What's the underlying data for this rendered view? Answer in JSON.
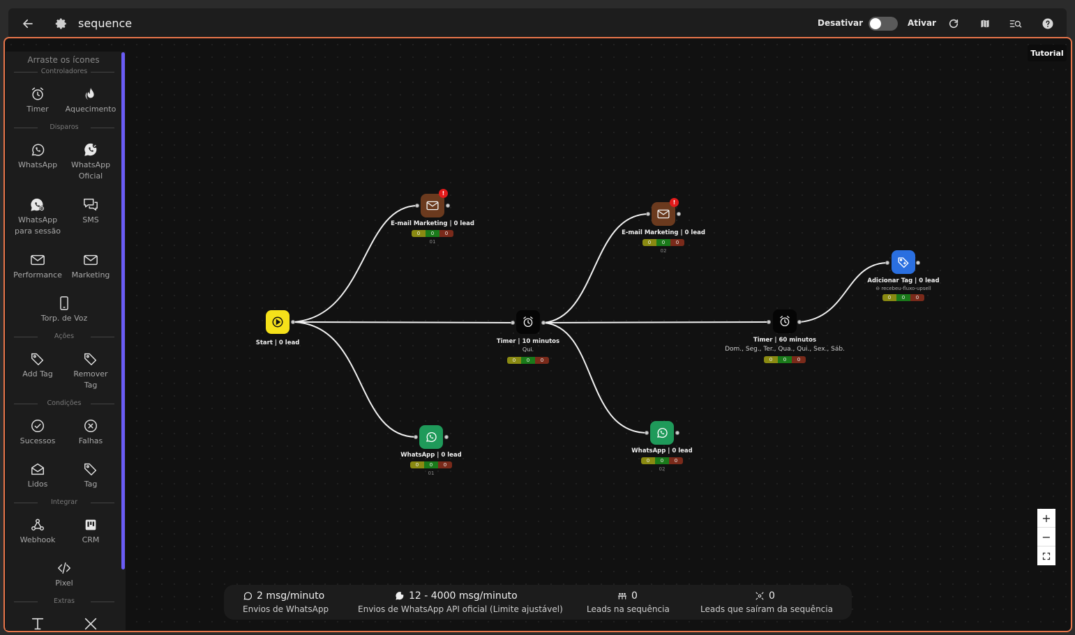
{
  "header": {
    "title": "sequence",
    "deactivate_label": "Desativar",
    "activate_label": "Ativar",
    "tooltip": "Tutorial"
  },
  "sidebar": {
    "heading": "Arraste os ícones",
    "sections": {
      "controllers": "Controladores",
      "dispatches": "Disparos",
      "actions": "Ações",
      "conditions": "Condições",
      "integrate": "Integrar",
      "extras": "Extras"
    },
    "tools": {
      "timer": "Timer",
      "warmup": "Aquecimento",
      "whatsapp": "WhatsApp",
      "whatsapp_official_1": "WhatsApp",
      "whatsapp_official_2": "Oficial",
      "whatsapp_session_1": "WhatsApp",
      "whatsapp_session_2": "para sessão",
      "sms": "SMS",
      "performance": "Performance",
      "marketing": "Marketing",
      "voice": "Torp. de Voz",
      "add_tag": "Add Tag",
      "remove_tag_1": "Remover",
      "remove_tag_2": "Tag",
      "success": "Sucessos",
      "failures": "Falhas",
      "read": "Lidos",
      "tag": "Tag",
      "webhook": "Webhook",
      "crm": "CRM",
      "pixel": "Pixel"
    }
  },
  "nodes": {
    "start": {
      "label": "Start | 0 lead"
    },
    "email1": {
      "label": "E-mail Marketing | 0 lead",
      "c1": "0",
      "c2": "0",
      "c3": "0",
      "idx": "01",
      "badge": "!"
    },
    "whatsapp1": {
      "label": "WhatsApp | 0 lead",
      "c1": "0",
      "c2": "0",
      "c3": "0",
      "idx": "01"
    },
    "timer1": {
      "label": "Timer | 10 minutos",
      "sub": "Qui.",
      "c1": "0",
      "c2": "0",
      "c3": "0"
    },
    "email2": {
      "label": "E-mail Marketing | 0 lead",
      "c1": "0",
      "c2": "0",
      "c3": "0",
      "idx": "02",
      "badge": "!"
    },
    "whatsapp2": {
      "label": "WhatsApp | 0 lead",
      "c1": "0",
      "c2": "0",
      "c3": "0",
      "idx": "02"
    },
    "timer2": {
      "label": "Timer | 60 minutos",
      "sub": "Dom., Seg., Ter., Qua., Qui., Sex., Sáb.",
      "c1": "0",
      "c2": "0",
      "c3": "0"
    },
    "addtag": {
      "label": "Adicionar Tag | 0 lead",
      "sub": "recebeu-fluxo-upsell",
      "c1": "0",
      "c2": "0",
      "c3": "0"
    }
  },
  "zoom": {
    "in": "+",
    "out": "−"
  },
  "stats": {
    "whatsapp_rate": "2 msg/minuto",
    "whatsapp_caption": "Envios de WhatsApp",
    "api_rate": "12 - 4000 msg/minuto",
    "api_caption": "Envios de WhatsApp API oficial (Limite ajustável)",
    "leads_in": "0",
    "leads_in_caption": "Leads na sequência",
    "leads_out": "0",
    "leads_out_caption": "Leads que saíram da sequência"
  },
  "colors": {
    "accent_border": "#e8754a",
    "scrollbar": "#6a5cf5",
    "start_node": "#f5e11a",
    "email_node": "#6b3a1e",
    "whatsapp_node": "#1f9a5a",
    "tag_node": "#2a6fe0"
  }
}
